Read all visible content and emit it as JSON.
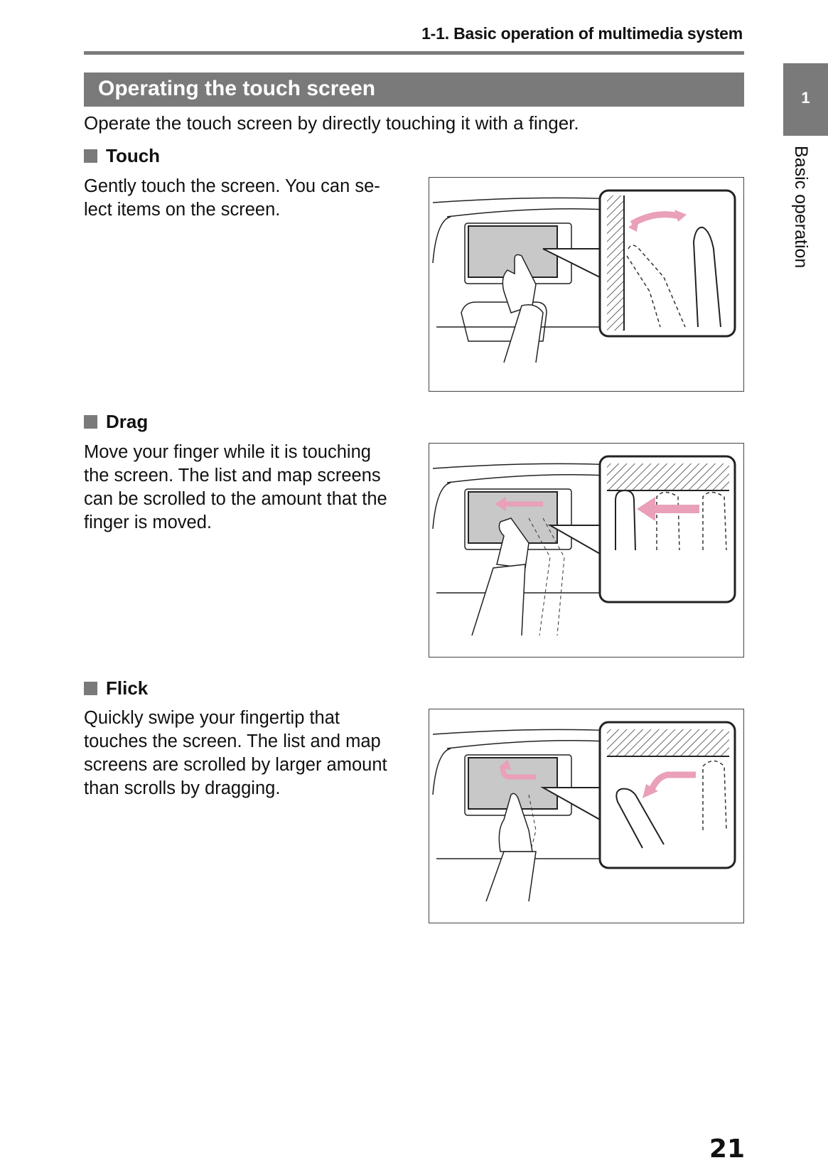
{
  "header": {
    "title": "1-1. Basic operation of multimedia system"
  },
  "section": {
    "title": "Operating the touch screen",
    "intro": "Operate the touch screen by directly touching it with a finger."
  },
  "side_tab": {
    "number": "1",
    "label": "Basic operation"
  },
  "items": [
    {
      "title": "Touch",
      "lines": [
        "Gently touch the screen. You can se-",
        "lect items on the screen."
      ],
      "figure": "touch-illustration"
    },
    {
      "title": "Drag",
      "lines": [
        "Move your finger while it is touching",
        "the screen. The list and map screens",
        "can be scrolled to the amount that the",
        "finger is moved."
      ],
      "figure": "drag-illustration"
    },
    {
      "title": "Flick",
      "lines": [
        "Quickly swipe your fingertip that",
        "touches the screen. The list and map",
        "screens are scrolled by larger amount",
        "than scrolls by dragging."
      ],
      "figure": "flick-illustration"
    }
  ],
  "colors": {
    "gray_bar": "#7a7a7a",
    "screen_fill": "#c8c8c8",
    "arrow_pink": "#e9a0b8"
  },
  "page_number": "21"
}
